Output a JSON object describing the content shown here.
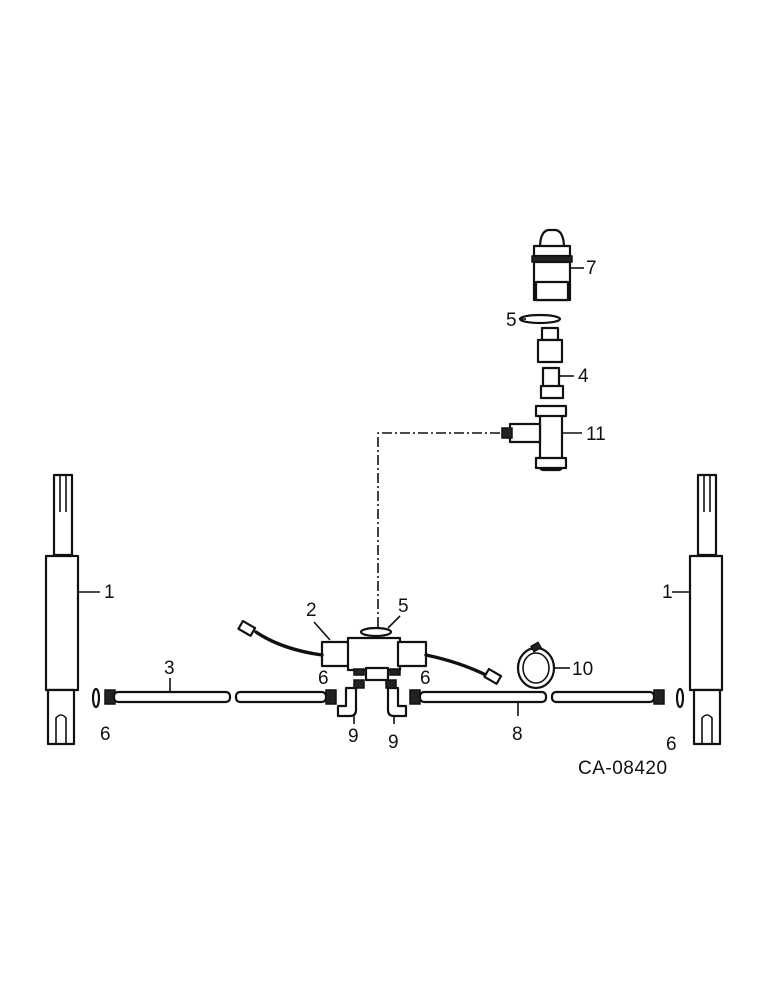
{
  "diagram": {
    "reference_code": "CA-08420",
    "callouts": {
      "cyl_left": "1",
      "cyl_right": "1",
      "valve": "2",
      "tube_left": "3",
      "adapter": "4",
      "oring_top": "5",
      "oring_valve": "5",
      "washer_left": "6",
      "washer_right": "6",
      "washer_valve_left": "6",
      "washer_valve_right": "6",
      "coupler": "7",
      "tube_right": "8",
      "elbow_left": "9",
      "elbow_right": "9",
      "clamp": "10",
      "tee": "11"
    }
  }
}
